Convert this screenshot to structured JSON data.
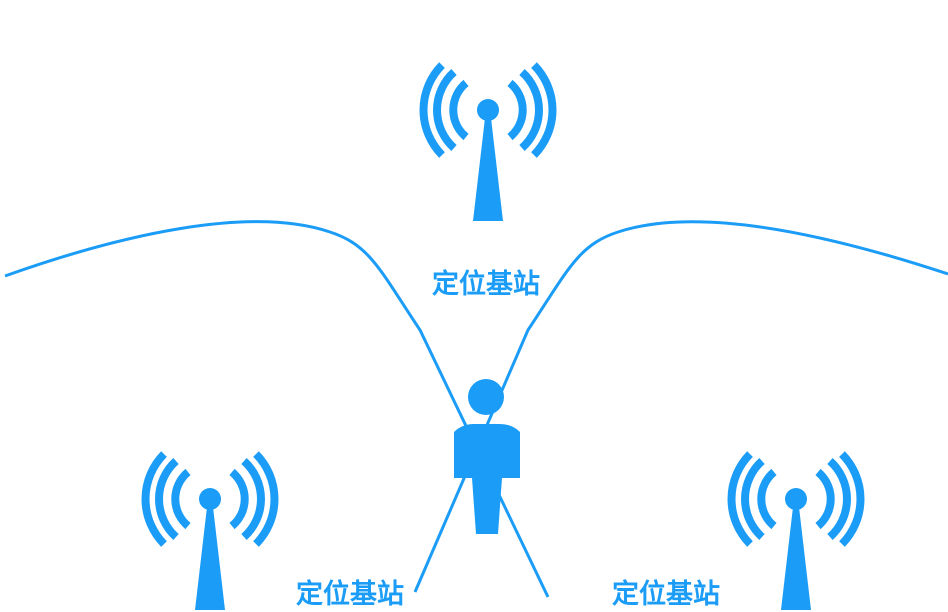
{
  "colors": {
    "accent": "#1b9cf7",
    "background": "#ffffff"
  },
  "icons": {
    "tower": "signal-tower-icon",
    "person": "person-icon"
  },
  "labels": {
    "top_station": "定位基站",
    "bottom_left_station": "定位基站",
    "bottom_right_station": "定位基站"
  }
}
